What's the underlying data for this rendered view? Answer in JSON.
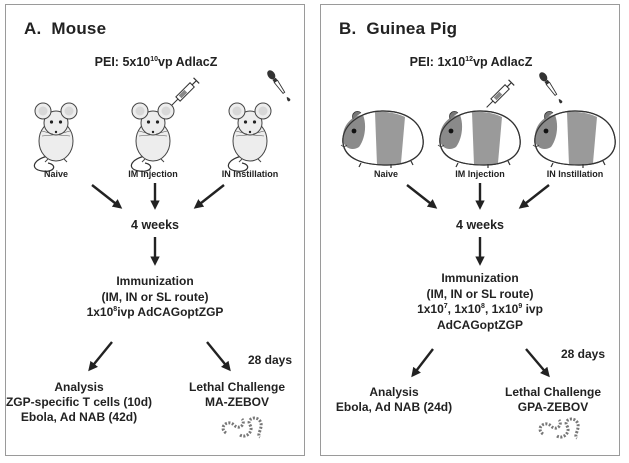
{
  "panel_a": {
    "label": "A.",
    "title": "Mouse",
    "pei": {
      "pre": "PEI: 5x10",
      "exp": "10",
      "post": "vp AdlacZ"
    },
    "groups": [
      "Naive",
      "IM Injection",
      "IN Instillation"
    ],
    "interval": "4 weeks",
    "immunization": {
      "line1": "Immunization",
      "line2": "(IM, IN or SL route)",
      "dose_pre": "1x10",
      "dose_exp": "8",
      "dose_post": "ivp AdCAGoptZGP"
    },
    "delay": "28 days",
    "analysis": [
      "Analysis",
      "ZGP-specific T cells (10d)",
      "Ebola, Ad NAB (42d)"
    ],
    "challenge": [
      "Lethal Challenge",
      "MA-ZEBOV"
    ]
  },
  "panel_b": {
    "label": "B.",
    "title": "Guinea Pig",
    "pei": {
      "pre": "PEI: 1x10",
      "exp": "12",
      "post": "vp AdlacZ"
    },
    "groups": [
      "Naive",
      "IM Injection",
      "IN Instillation"
    ],
    "interval": "4 weeks",
    "immunization": {
      "line1": "Immunization",
      "line2": "(IM, IN or SL route)",
      "dose_a": "1x10",
      "dose_a_exp": "7",
      "dose_b": ", 1x10",
      "dose_b_exp": "8",
      "dose_c": ", 1x10",
      "dose_c_exp": "9",
      "dose_d": "ivp",
      "construct": "AdCAGoptZGP"
    },
    "delay": "28 days",
    "analysis": [
      "Analysis",
      "Ebola, Ad NAB (24d)"
    ],
    "challenge": [
      "Lethal Challenge",
      "GPA-ZEBOV"
    ]
  },
  "colors": {
    "border": "#9a9a9a",
    "mouse_fill": "#ededed",
    "guinea_gray": "#9a9a9a",
    "ink": "#222222"
  },
  "icons": [
    "syringe-icon",
    "dropper-icon",
    "virus-icon"
  ]
}
